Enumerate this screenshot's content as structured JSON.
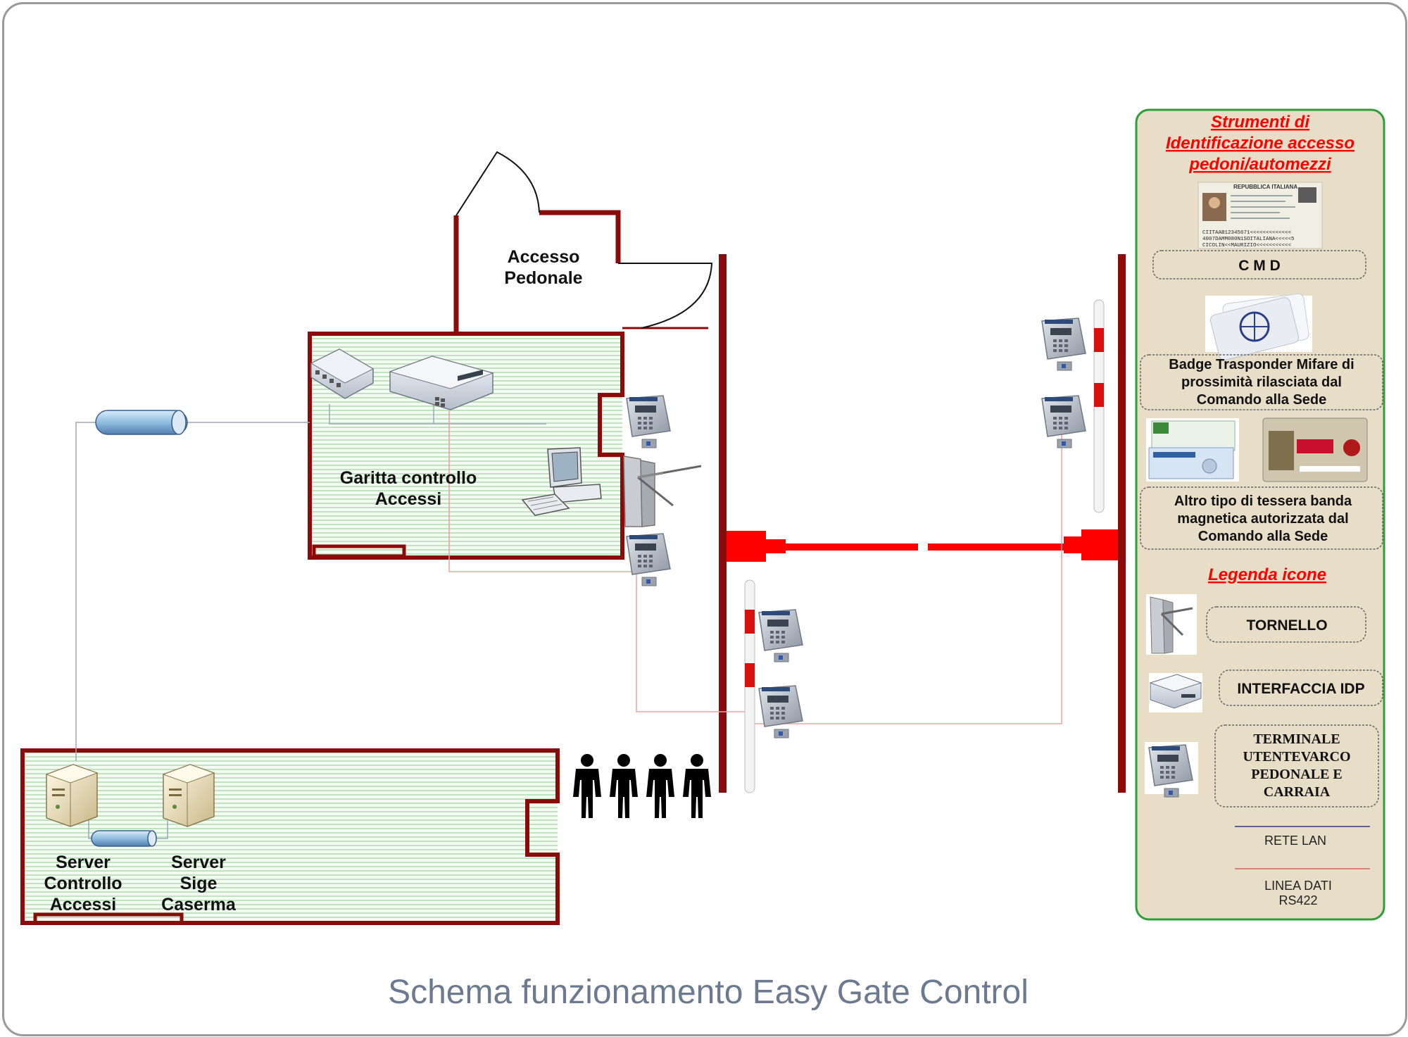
{
  "caption": "Schema funzionamento Easy Gate Control",
  "colors": {
    "wall": "#8b0a0a",
    "barrier": "#ff0000",
    "floor_hatch": "#bfe3bf",
    "lan_line": "#2b3a8f",
    "rs422_line": "#e06060",
    "legend_bg": "#e8dec7",
    "legend_border": "#2e9e3a",
    "legend_title": "#ff0000"
  },
  "areas": {
    "pedestrian_access": [
      "Accesso",
      "Pedonale"
    ],
    "guard_booth": [
      "Garitta controllo",
      "Accessi"
    ],
    "server_room": {
      "access_server": [
        "Server",
        "Controllo",
        "Accessi"
      ],
      "sige_server": [
        "Server",
        "Sige",
        "Caserma"
      ]
    }
  },
  "legend": {
    "title": [
      "Strumenti di",
      "Identificazione accesso",
      "pedoni/automezzi"
    ],
    "id_card_lines": [
      "REPUBBLICA ITALIANA",
      "CIITAAB12345671<<<<<<<<<<<<<",
      "4007DAMM080N1SOITALIANA<<<<<5",
      "CICOLIN<<MAURIZIO<<<<<<<<<<<"
    ],
    "cmd": "C M D",
    "badge": [
      "Badge Trasponder Mifare di",
      "prossimità rilasciata dal",
      "Comando alla Sede"
    ],
    "magnetic_card": [
      "Altro tipo di tessera banda",
      "magnetica autorizzata dal",
      "Comando alla Sede"
    ],
    "icons_title": "Legenda icone",
    "turnstile": "TORNELLO",
    "interface": "INTERFACCIA IDP",
    "terminal": [
      "TERMINALE",
      "UTENTEVARCO",
      "PEDONALE E",
      "CARRAIA"
    ],
    "lan": "RETE LAN",
    "rs422": [
      "LINEA DATI",
      "RS422"
    ]
  }
}
